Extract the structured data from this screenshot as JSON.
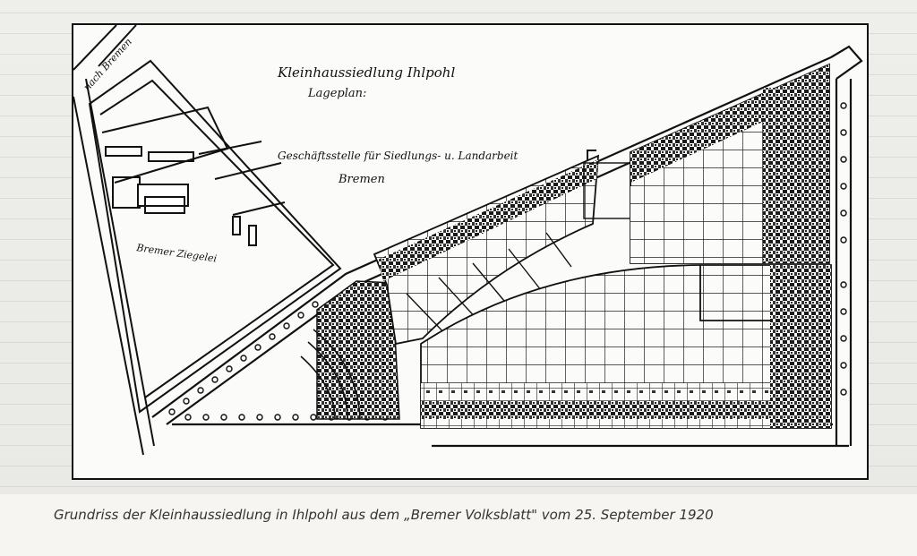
{
  "plan": {
    "title_line1": "Kleinhaussiedlung Ihlpohl",
    "title_line2": "Lageplan:",
    "office_line1": "Geschäftsstelle für Siedlungs- u. Landarbeit",
    "office_line2": "Bremen",
    "street_label": "nach Bremen",
    "building_label": "Bremer Ziegelei"
  },
  "caption": {
    "text": "Grundriss der Kleinhaussiedlung in Ihlpohl aus dem „Bremer Volksblatt\" vom 25. September 1920"
  },
  "colors": {
    "ink": "#111111",
    "paper": "#fbfbf9",
    "caption": "#333333"
  }
}
